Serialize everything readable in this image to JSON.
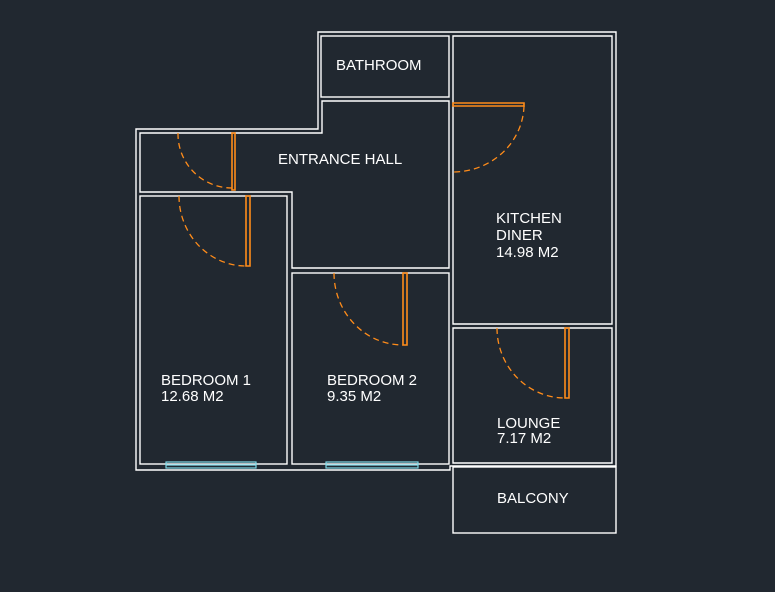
{
  "rooms": {
    "bathroom": {
      "name": "BATHROOM"
    },
    "entrance_hall": {
      "name": "ENTRANCE HALL"
    },
    "kitchen_diner": {
      "name_line1": "KITCHEN",
      "name_line2": "DINER",
      "area": "14.98 M2"
    },
    "bedroom1": {
      "name": "BEDROOM 1",
      "area": "12.68 M2"
    },
    "bedroom2": {
      "name": "BEDROOM 2",
      "area": "9.35 M2"
    },
    "lounge": {
      "name": "LOUNGE",
      "area": "7.17 M2"
    },
    "balcony": {
      "name": "BALCONY"
    }
  },
  "colors": {
    "background": "#212830",
    "walls": "#ffffff",
    "doors": "#ff8c1a",
    "windows": "#7fd8e6"
  }
}
